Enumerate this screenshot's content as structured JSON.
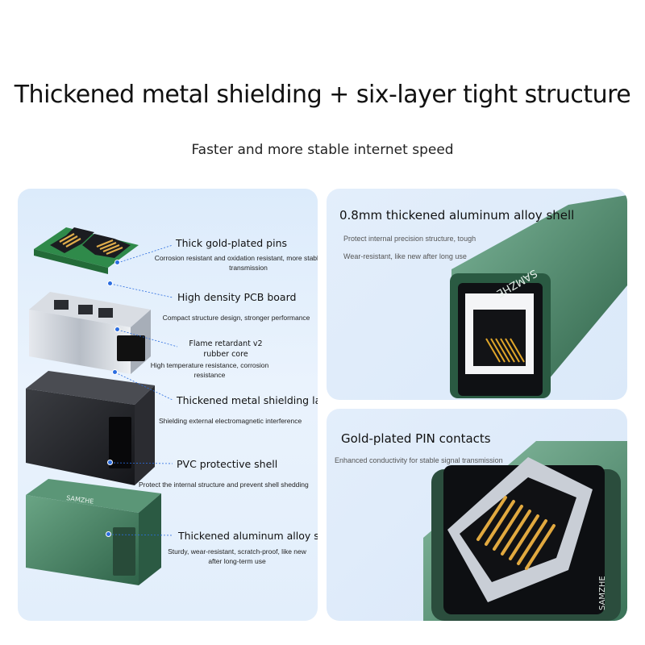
{
  "header": {
    "headline": "Thickened metal shielding + six-layer tight structure",
    "subline": "Faster and more stable internet speed"
  },
  "exploded_view": {
    "layers": [
      {
        "title": "Thick gold-plated pins",
        "description": "Corrosion resistant and oxidation resistant, more stable signal transmission"
      },
      {
        "title": "High density PCB board",
        "description": "Compact structure design, stronger performance"
      },
      {
        "title": "Flame retardant v2 rubber core",
        "description": "High temperature resistance, corrosion resistance"
      },
      {
        "title": "Thickened metal shielding layer",
        "description": "Shielding external electromagnetic interference"
      },
      {
        "title": "PVC protective shell",
        "description": "Protect the internal structure and prevent shell shedding"
      },
      {
        "title": "Thickened aluminum alloy shell",
        "description": "Sturdy, wear-resistant, scratch-proof, like new after long-term use"
      }
    ]
  },
  "feature_shell": {
    "title": "0.8mm thickened aluminum alloy shell",
    "desc_line1": "Protect internal precision structure, tough",
    "desc_line2": "Wear-resistant, like new after long use",
    "brand": "SAMZHE"
  },
  "feature_pins": {
    "title": "Gold-plated PIN contacts",
    "desc": "Enhanced conductivity for stable signal transmission",
    "brand": "SAMZHE"
  },
  "colors": {
    "shell_green": "#3f7a5e",
    "pin_gold": "#e0a62a",
    "accent_blue": "#2b6de0"
  }
}
